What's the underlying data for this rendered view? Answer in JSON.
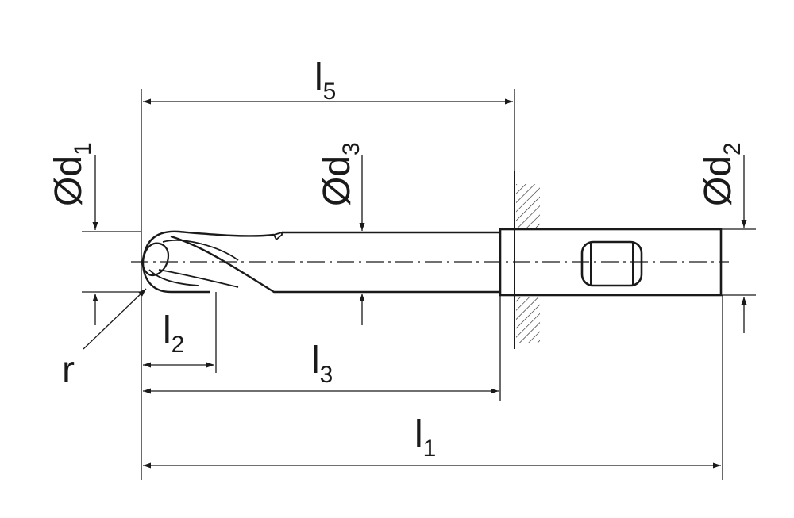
{
  "labels": {
    "l5_main": "l",
    "l5_sub": "5",
    "d1_main": "Ød",
    "d1_sub": "1",
    "d3_main": "Ød",
    "d3_sub": "3",
    "d2_main": "Ød",
    "d2_sub": "2",
    "l2_main": "l",
    "l2_sub": "2",
    "l3_main": "l",
    "l3_sub": "3",
    "l1_main": "l",
    "l1_sub": "1",
    "r": "r"
  },
  "colors": {
    "ink": "#1a1a1a",
    "background": "#ffffff"
  }
}
